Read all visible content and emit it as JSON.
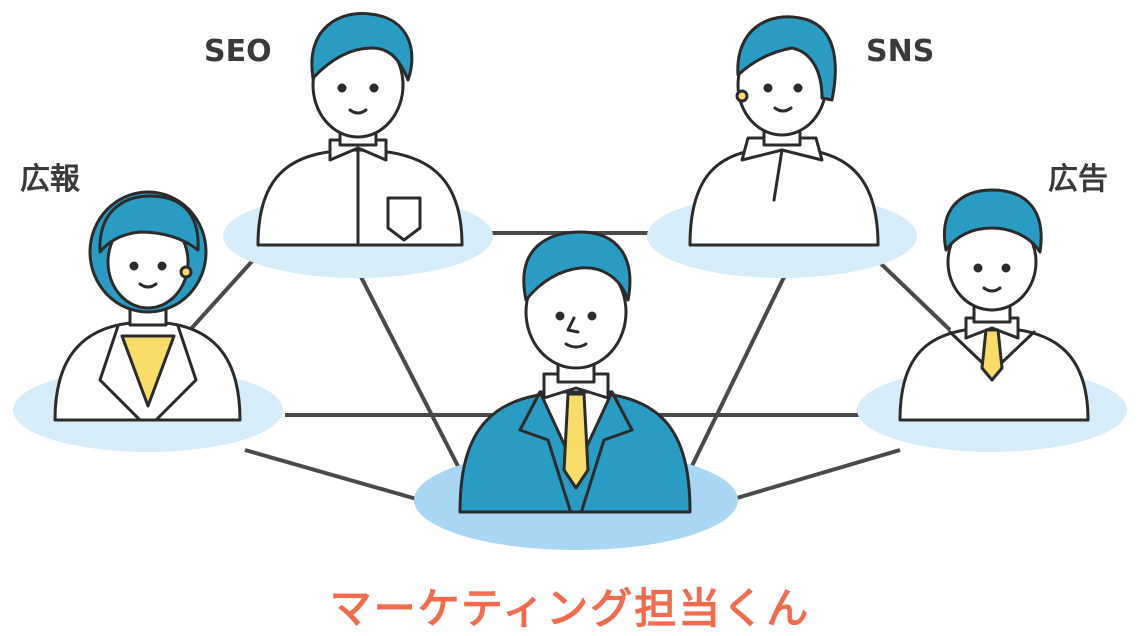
{
  "labels": {
    "seo": "SEO",
    "sns": "SNS",
    "pr": "広報",
    "ad": "広告"
  },
  "title": "マーケティング担当くん",
  "colors": {
    "hair": "#2a9cc4",
    "suit": "#2a9cc4",
    "tie": "#f7dc6a",
    "platform": "#d6ecf8",
    "platform_center": "#a9d6f2",
    "line": "#444444",
    "title": "#f26b4f",
    "label": "#3a3a3a"
  },
  "nodes": [
    {
      "name": "seo-person"
    },
    {
      "name": "sns-person"
    },
    {
      "name": "pr-person"
    },
    {
      "name": "ad-person"
    },
    {
      "name": "center-person"
    }
  ]
}
